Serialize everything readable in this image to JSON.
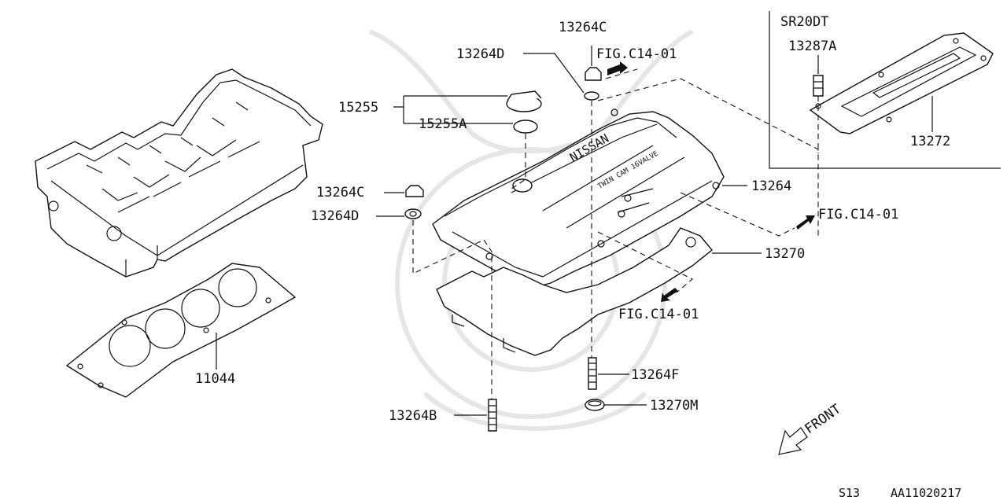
{
  "diagram": {
    "labels": {
      "c_top": "13264C",
      "d_top": "13264D",
      "fig_top": "FIG.C14-01",
      "cap": "15255",
      "cap_seal": "15255A",
      "c_left": "13264C",
      "d_left": "13264D",
      "cover": "13264",
      "fig_right": "FIG.C14-01",
      "gasket": "13270",
      "fig_bottom": "FIG.C14-01",
      "stud_f": "13264F",
      "oring": "13270M",
      "stud_b": "13264B",
      "head_gasket": "11044",
      "inset_title": "SR20DT",
      "inset_bolt": "13287A",
      "inset_plate": "13272",
      "front": "FRONT",
      "cover_brand": "NISSAN",
      "cover_text": "TWIN CAM 16VALVE"
    },
    "footer": {
      "model": "S13",
      "code": "AA11020217"
    }
  },
  "colors": {
    "line": "#111111",
    "background": "#ffffff",
    "watermark": "#e6e6e6"
  }
}
